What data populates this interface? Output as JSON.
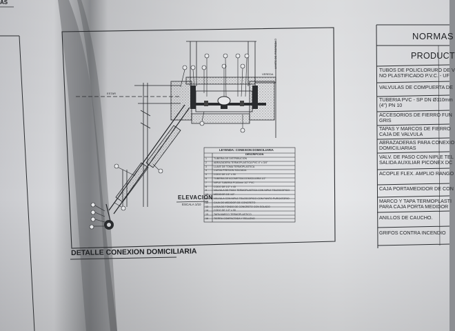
{
  "drawing": {
    "detail_title": "DETALLE CONEXION DOMICILIARIA",
    "elevation_label": "ELEVACION",
    "scale_label": "ESCALA 1/10",
    "legend_title": "LEYENDA: CONEXION DOMICILIARIA",
    "legend_header": "DESCRIPCION",
    "legend_items": [
      "TUBERIA DE DISTRIBUCION",
      "ABRAZADERA TERMOPLASTICA PVC 4\" x 3/4\"",
      "LLAVE DE TOMA TERMOPLASTICA",
      "CURVA PRESION SOLDADA",
      "CODO DE 1/2\" x 90",
      "TUBERIA DE ACOMETIDA DOMICILIARIA 1/2\"",
      "NIPLE TUBERIA P/100mm 1/2\" PVC",
      "CODO DE 1/2\" x 45",
      "VALVULA DE PASO TERMOPLASTICA CON NIPLE TELESCOPICO",
      "MEDIDOR DE 1/2\"",
      "VALVULA CON NIPLE TELESCOPICO CON PUNTO PURGATORIO",
      "CAJA DE MEDIDOR DE CONCRETO",
      "LOSA DE FONDO DE CONCRETO CON SOLADO",
      "CODO DE 1/2\" x 90",
      "TAPA MARCO TERMOPLASTICO",
      "TIERRA COMPACTADA Y RELLENO"
    ],
    "street_label": "ESTAR",
    "property_label": "LIMITE DE PROPIEDAD",
    "sidewalk_label": "VEREDA",
    "partial_top_left": "AS"
  },
  "table": {
    "title": "NORMAS",
    "header": "PRODUCT",
    "rows": [
      "TUBOS DE POLICLORURO DE V\nNO PLASTIFICADO P.V.C. - UF",
      "VALVULAS DE COMPUERTA DE",
      "TUBERIA PVC - SP DN Ø110mm\n(4\") PN 10",
      "ACCESORIOS DE FIERRO FUN\nGRIS",
      "TAPAS Y MARCOS DE FIERRO\nCAJA DE VALVULA",
      "ABRAZADERAS PARA CONEXIO\nDOMICILIARIAS",
      "VALV. DE PASO CON NIPLE TEL\nSALIDA AUXILIAR PICONEX DC",
      "ACOPLE FLEX. AMPLIO RANGO",
      "CAJA PORTAMEDIDOR DE CON",
      "MARCO Y TAPA TERMOPLASTI\nPARA CAJA PORTA MEDIDOR",
      "ANILLOS DE CAUCHO.",
      "GRIFOS CONTRA INCENDIO"
    ]
  },
  "colors": {
    "paper_light": "#e9eaec",
    "paper_shadow": "#9fa1a5",
    "ink": "#1d1f22"
  }
}
